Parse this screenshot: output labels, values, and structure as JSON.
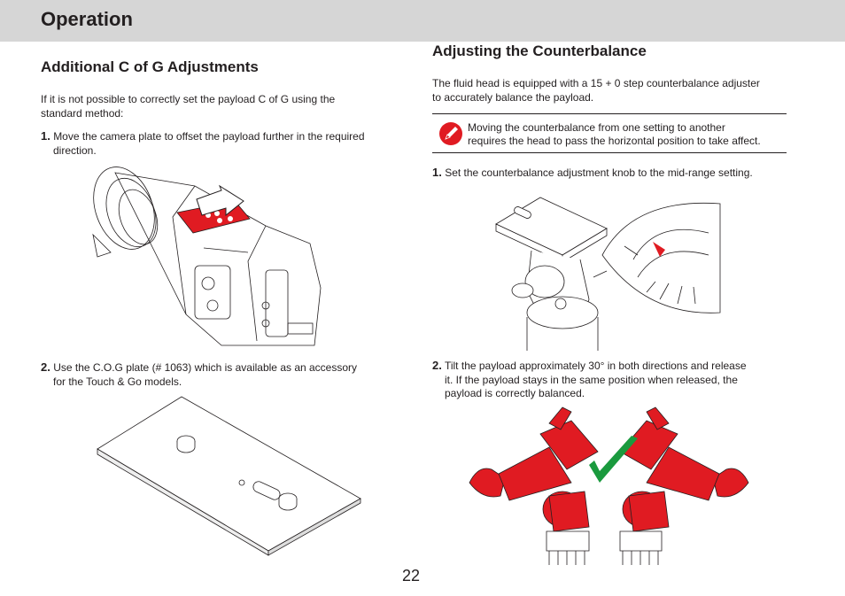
{
  "header": {
    "title": "Operation"
  },
  "left": {
    "heading": "Additional C of G Adjustments",
    "intro_line1": "If it is not possible to correctly set the payload C of G using the",
    "intro_line2": "standard method:",
    "step1": {
      "num": "1.",
      "line1": "Move the camera plate to offset the payload further in the required",
      "line2": "direction."
    },
    "step2": {
      "num": "2.",
      "line1": "Use the C.O.G plate (# 1063) which is available as an accessory",
      "line2": "for the Touch & Go models."
    }
  },
  "right": {
    "heading": "Adjusting the Counterbalance",
    "intro_line1": "The fluid head is equipped with a 15 + 0 step counterbalance adjuster",
    "intro_line2": "to accurately balance the payload.",
    "note": {
      "line1": "Moving the counterbalance from one setting to another",
      "line2": "requires the head to pass the horizontal position to take affect."
    },
    "step1": {
      "num": "1.",
      "line1": "Set the counterbalance adjustment knob to the mid-range setting."
    },
    "step2": {
      "num": "2.",
      "line1": "Tilt the payload approximately 30° in both directions and release",
      "line2": "it. If the payload stays in the same position when released, the",
      "line3": "payload is correctly balanced."
    }
  },
  "footer": {
    "page_number": "22"
  },
  "icons": {
    "note_icon": "warning-pencil-icon",
    "check": "checkmark-icon"
  },
  "colors": {
    "accent_red": "#e01b22",
    "check_green": "#1a9a3e",
    "header_bg": "#d6d6d6"
  }
}
